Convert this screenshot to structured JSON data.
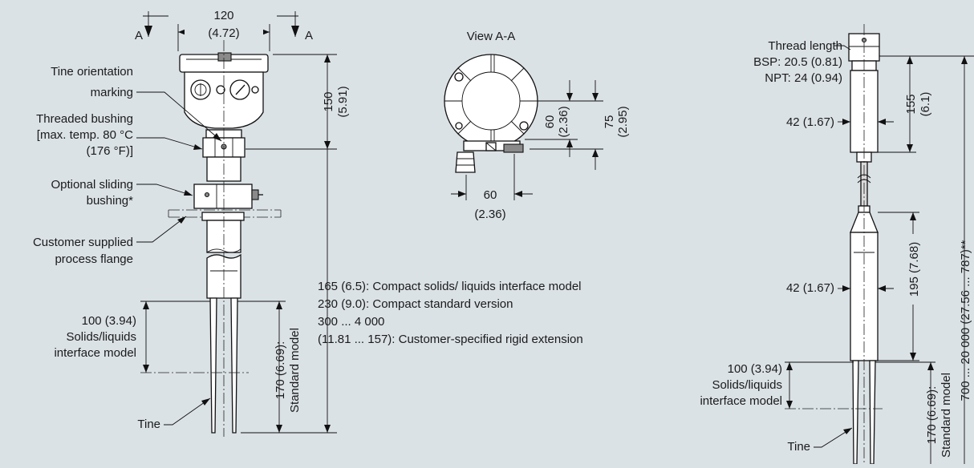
{
  "colors": {
    "background": "#dbe2e6",
    "line": "#111111",
    "body_fill": "#ffffff",
    "shade": "#d9d9d9"
  },
  "left_view": {
    "section_marker": "A",
    "width_mm": "120",
    "width_in": "(4.72)",
    "height_mm": "150",
    "height_in": "(5.91)",
    "labels": {
      "tine_marking_l1": "Tine orientation",
      "tine_marking_l2": "marking",
      "bushing_l1": "Threaded bushing",
      "bushing_l2": "[max. temp. 80 °C",
      "bushing_l3": "(176 °F)]",
      "sliding_l1": "Optional sliding",
      "sliding_l2": "bushing*",
      "flange_l1": "Customer supplied",
      "flange_l2": "process flange",
      "interface_dim": "100 (3.94)",
      "interface_l1": "Solids/liquids",
      "interface_l2": "interface model",
      "standard_dim": "170 (6.69):",
      "standard_label": "Standard model",
      "tine": "Tine"
    },
    "versions": [
      "165 (6.5): Compact solids/ liquids interface model",
      "230 (9.0): Compact standard version",
      "300 ... 4 000",
      "(11.81 ... 157): Customer-specified rigid extension"
    ]
  },
  "view_aa": {
    "title": "View A-A",
    "dim_60_mm": "60",
    "dim_60_in": "(2.36)",
    "dim_75_mm": "75",
    "dim_75_in": "(2.95)",
    "bottom_60_mm": "60",
    "bottom_60_in": "(2.36)"
  },
  "right_view": {
    "thread_title": "Thread length",
    "thread_bsp": "BSP: 20.5 (0.81)",
    "thread_npt": "NPT: 24 (0.94)",
    "dia_top": "42 (1.67)",
    "len_top": "155",
    "len_top_in": "(6.1)",
    "dia_bottom": "42 (1.67)",
    "len_bottom": "195 (7.68)",
    "cable_range": "700 ... 20 000 (27.56 ... 787)**",
    "interface_dim": "100 (3.94)",
    "interface_l1": "Solids/liquids",
    "interface_l2": "interface model",
    "standard_dim": "170 (6.69):",
    "standard_label": "Standard model",
    "tine": "Tine"
  }
}
